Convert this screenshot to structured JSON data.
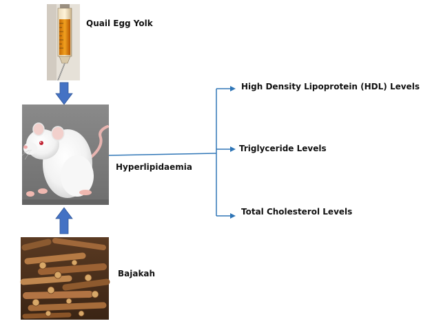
{
  "nodes": {
    "quail_egg_yolk": "Quail Egg Yolk",
    "hyperlipidaemia": "Hyperlipidaemia",
    "bajakah": "Bajakah"
  },
  "outcomes": [
    "High Density Lipoprotein (HDL) Levels",
    "Triglyceride Levels",
    "Total Cholesterol Levels"
  ],
  "colors": {
    "block_arrow": "#4472c4",
    "connector_line": "#2e75b6",
    "label_text": "#111111"
  },
  "images": {
    "top": "syringe-photo",
    "middle": "white-rat-photo",
    "bottom": "bajakah-wood-photo"
  }
}
